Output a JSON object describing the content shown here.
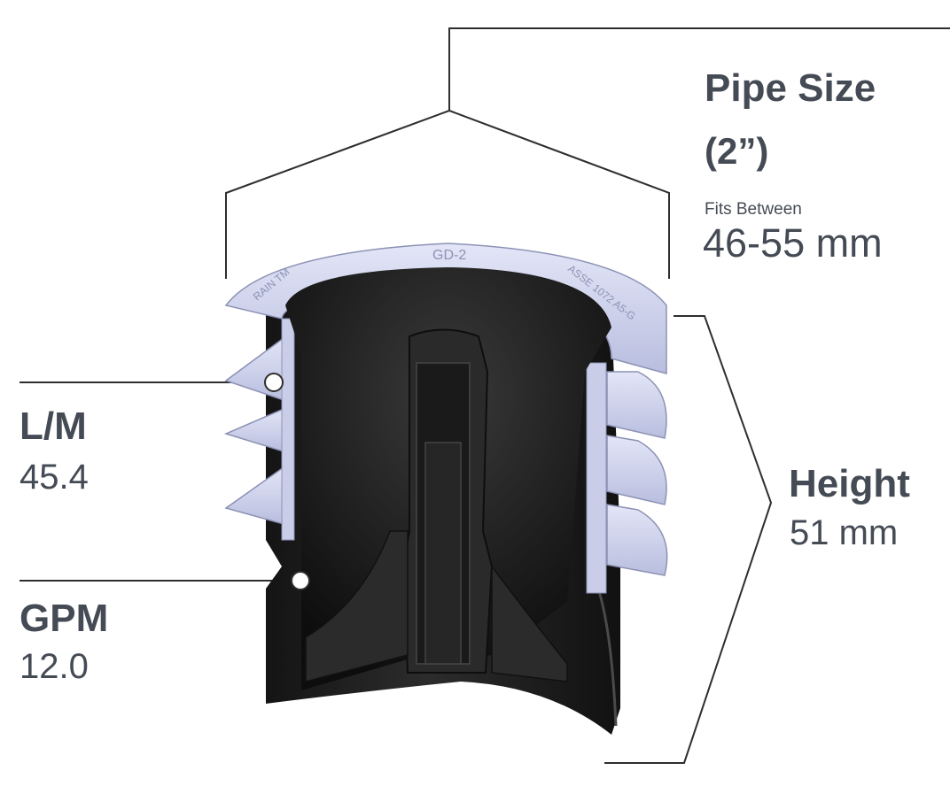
{
  "pipe": {
    "title": "Pipe Size",
    "size": "(2”)"
  },
  "fits": {
    "label": "Fits Between",
    "range": "46-55 mm"
  },
  "height": {
    "title": "Height",
    "value": "51 mm"
  },
  "flow_lm": {
    "title": "L/M",
    "value": "45.4"
  },
  "flow_gpm": {
    "title": "GPM",
    "value": "12.0"
  },
  "part_markings": {
    "top": "GD-2",
    "left": "RAIN TM",
    "right": "ASSE 1072 A5-G"
  },
  "colors": {
    "text": "#454b55",
    "line": "#2e2e2e",
    "fin": "#c9cde8",
    "body": "#1f1f1f"
  }
}
